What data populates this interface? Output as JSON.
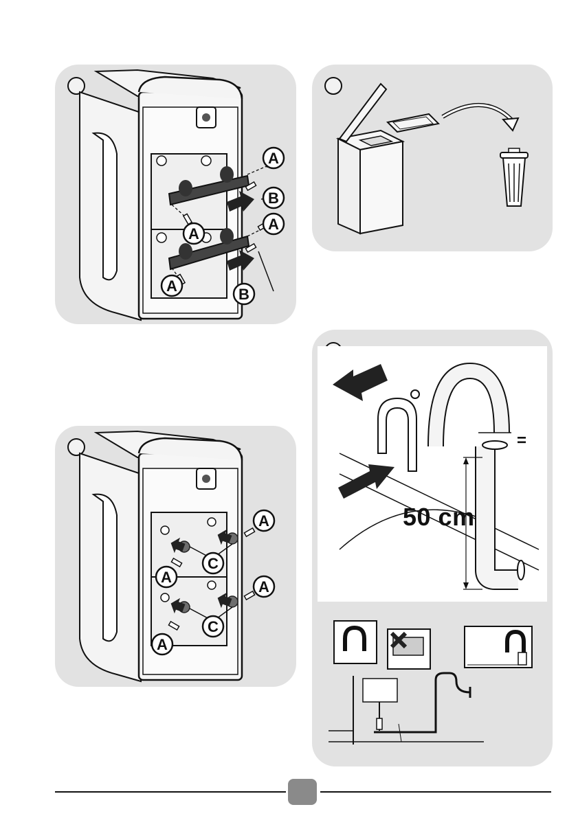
{
  "panel1": {
    "labels": [
      "A",
      "A",
      "A",
      "A",
      "B",
      "B"
    ]
  },
  "panel2": {},
  "panel3": {
    "labels": [
      "A",
      "A",
      "A",
      "A",
      "C",
      "C"
    ]
  },
  "panel4": {
    "measure": "50 cm",
    "equal_sign": "="
  },
  "colors": {
    "panel_bg": "#e2e2e2",
    "ink": "#111111",
    "plug_gray": "#6e6e6e",
    "badge": "#8a8a8a"
  }
}
